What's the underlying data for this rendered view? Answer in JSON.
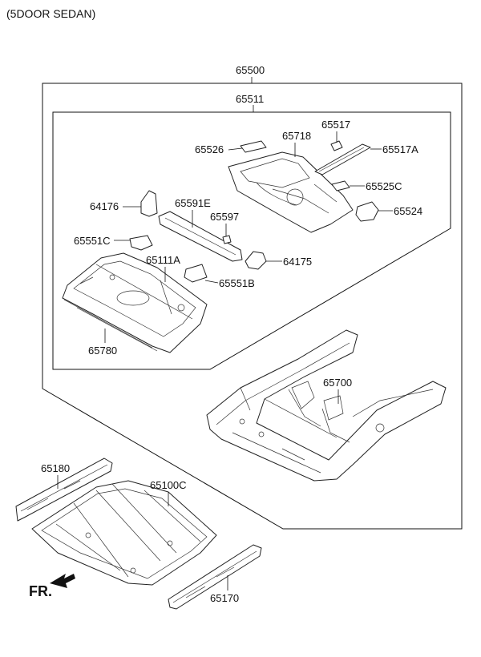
{
  "header": {
    "variant": "(5DOOR SEDAN)"
  },
  "assemblies": {
    "outer": "65500",
    "inner": "65511"
  },
  "parts": {
    "p65718": "65718",
    "p65517": "65517",
    "p65526": "65526",
    "p65517A": "65517A",
    "p65525C": "65525C",
    "p64176": "64176",
    "p65591E": "65591E",
    "p65597": "65597",
    "p65524": "65524",
    "p65551C": "65551C",
    "p65111A": "65111A",
    "p64175": "64175",
    "p65551B": "65551B",
    "p65780": "65780",
    "p65700": "65700",
    "p65180": "65180",
    "p65100C": "65100C",
    "p65170": "65170"
  },
  "direction": {
    "label": "FR."
  }
}
